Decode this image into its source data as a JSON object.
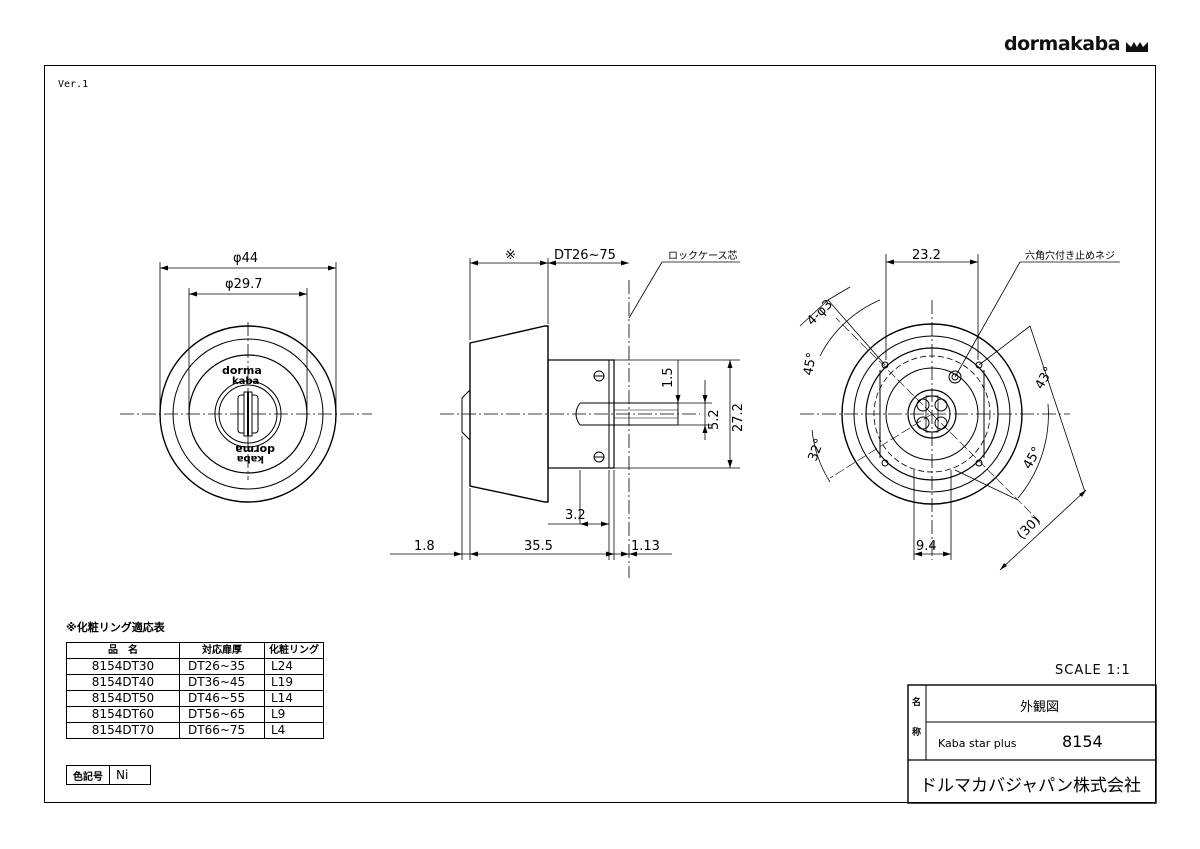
{
  "header": {
    "logo_text": "dormakaba",
    "logo_mark": "dormakaba-crown-logo"
  },
  "drawing": {
    "version": "Ver.1",
    "scale": "SCALE  1:1",
    "front_view": {
      "dim_outer": "φ44",
      "dim_inner": "φ29.7",
      "face_text_top_1": "dorma",
      "face_text_top_2": "kaba",
      "face_text_bottom_1": "dorma",
      "face_text_bottom_2": "kaba"
    },
    "side_view": {
      "dim_ring": "※",
      "dim_door": "DT26~75",
      "label_center": "ロックケース芯",
      "dim_1_5": "1.5",
      "dim_5_2": "5.2",
      "dim_27_2": "27.2",
      "dim_3_2": "3.2",
      "dim_1_8": "1.8",
      "dim_35_5": "35.5",
      "dim_1_13": "1.13"
    },
    "back_view": {
      "dim_23_2": "23.2",
      "label_screw": "六角穴付き止めネジ",
      "dim_holes": "4-φ3",
      "ang_45_left": "45°",
      "ang_43": "43°",
      "ang_32": "32°",
      "ang_45_right": "45°",
      "dim_30": "(30)",
      "dim_9_4": "9.4"
    }
  },
  "ring_table": {
    "title": "※化粧リング適応表",
    "headers": [
      "品　名",
      "対応扉厚",
      "化粧リング"
    ],
    "rows": [
      [
        "8154DT30",
        "DT26~35",
        "L24"
      ],
      [
        "8154DT40",
        "DT36~45",
        "L19"
      ],
      [
        "8154DT50",
        "DT46~55",
        "L14"
      ],
      [
        "8154DT60",
        "DT56~65",
        "L9"
      ],
      [
        "8154DT70",
        "DT66~75",
        "L4"
      ]
    ]
  },
  "color_code": {
    "label": "色記号",
    "value": "Ni"
  },
  "title_block": {
    "label_name_1": "名",
    "label_name_2": "称",
    "drawing_name": "外観図",
    "product_name": "Kaba star plus",
    "product_number": "8154",
    "company": "ドルマカバジャパン株式会社"
  }
}
